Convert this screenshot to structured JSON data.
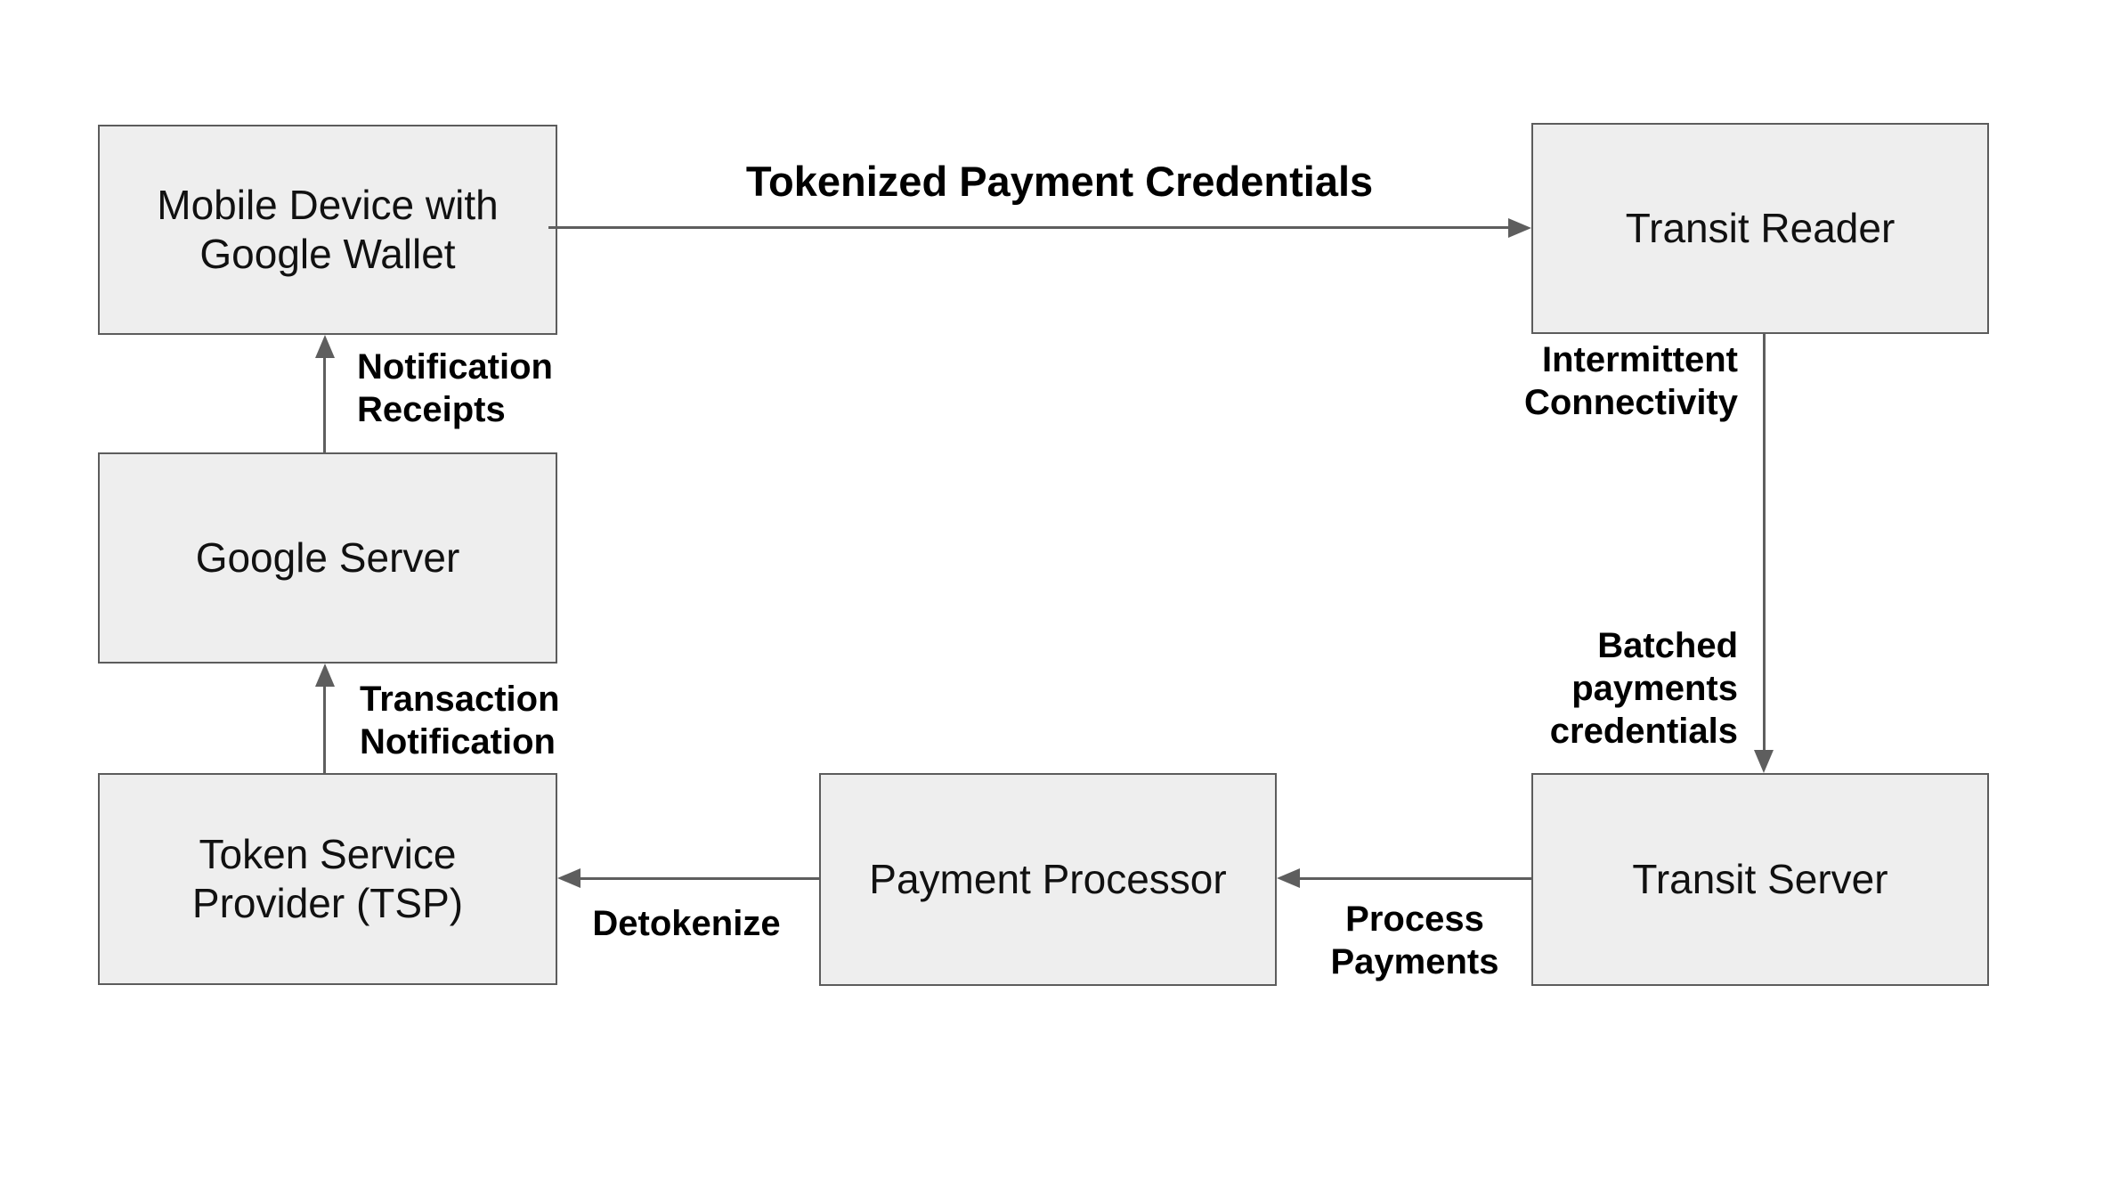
{
  "diagram": {
    "nodes": {
      "mobile_device": {
        "label": "Mobile Device with\nGoogle Wallet"
      },
      "transit_reader": {
        "label": "Transit Reader"
      },
      "google_server": {
        "label": "Google Server"
      },
      "tsp": {
        "label": "Token Service\nProvider (TSP)"
      },
      "payment_processor": {
        "label": "Payment Processor"
      },
      "transit_server": {
        "label": "Transit Server"
      }
    },
    "edges": {
      "tokenized": {
        "label": "Tokenized Payment Credentials",
        "from": "mobile_device",
        "to": "transit_reader"
      },
      "intermittent": {
        "label": "Intermittent\nConnectivity",
        "from": "transit_reader",
        "to": "transit_server"
      },
      "batched": {
        "label": "Batched\npayments\ncredentials",
        "from": "transit_reader",
        "to": "transit_server"
      },
      "process": {
        "label": "Process\nPayments",
        "from": "transit_server",
        "to": "payment_processor"
      },
      "detokenize": {
        "label": "Detokenize",
        "from": "payment_processor",
        "to": "tsp"
      },
      "transaction": {
        "label": "Transaction\nNotification",
        "from": "tsp",
        "to": "google_server"
      },
      "notification": {
        "label": "Notification\nReceipts",
        "from": "google_server",
        "to": "mobile_device"
      }
    },
    "colors": {
      "background": "#ffffff",
      "box_fill": "#eeeeee",
      "box_border": "#5c5c5c",
      "arrow": "#5e5e5e",
      "label_text": "#000000",
      "node_text": "#111111"
    }
  }
}
